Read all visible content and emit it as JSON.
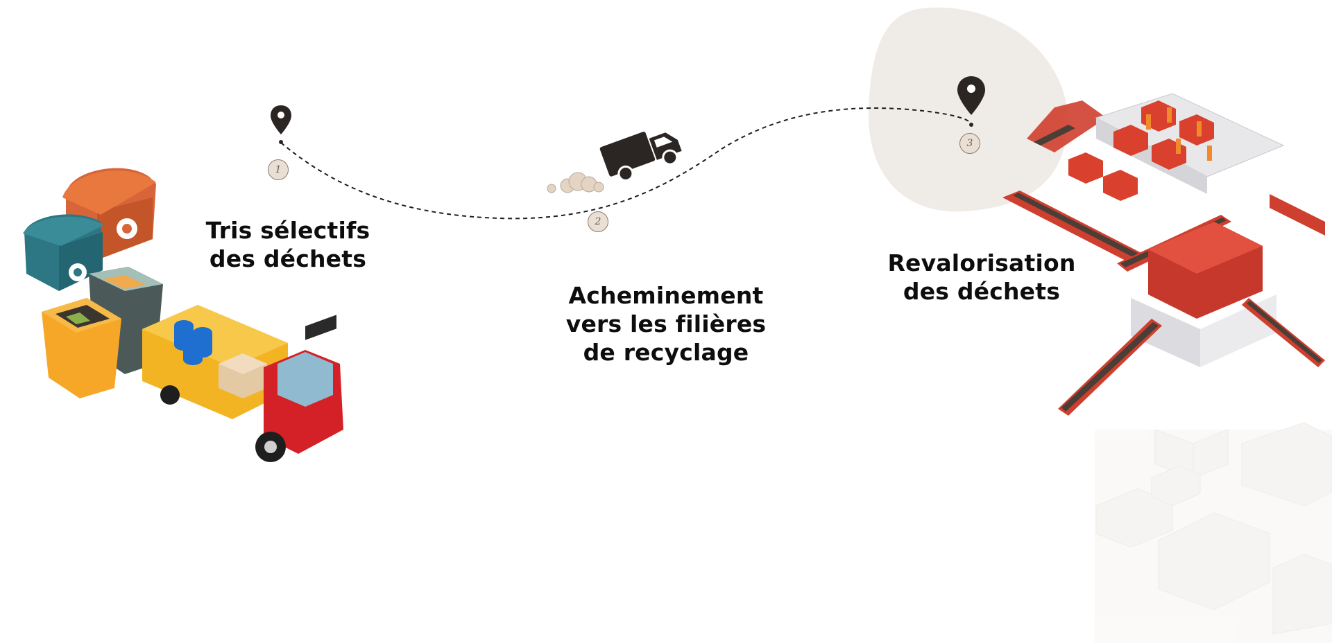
{
  "steps": [
    {
      "number": "1",
      "title": "Tris sélectifs\ndes déchets",
      "icon": "map-pin-icon"
    },
    {
      "number": "2",
      "title": "Acheminement\nvers les filières\nde recyclage",
      "icon": "delivery-truck-icon"
    },
    {
      "number": "3",
      "title": "Revalorisation\ndes déchets",
      "icon": "map-pin-icon"
    }
  ],
  "colors": {
    "text": "#0d0d0d",
    "pin": "#2b2523",
    "badge_fill": "#e9dfd5",
    "blob": "#efebe7",
    "accent_red": "#d9412e",
    "truck_red": "#d32027",
    "truck_yellow": "#f4b322"
  }
}
